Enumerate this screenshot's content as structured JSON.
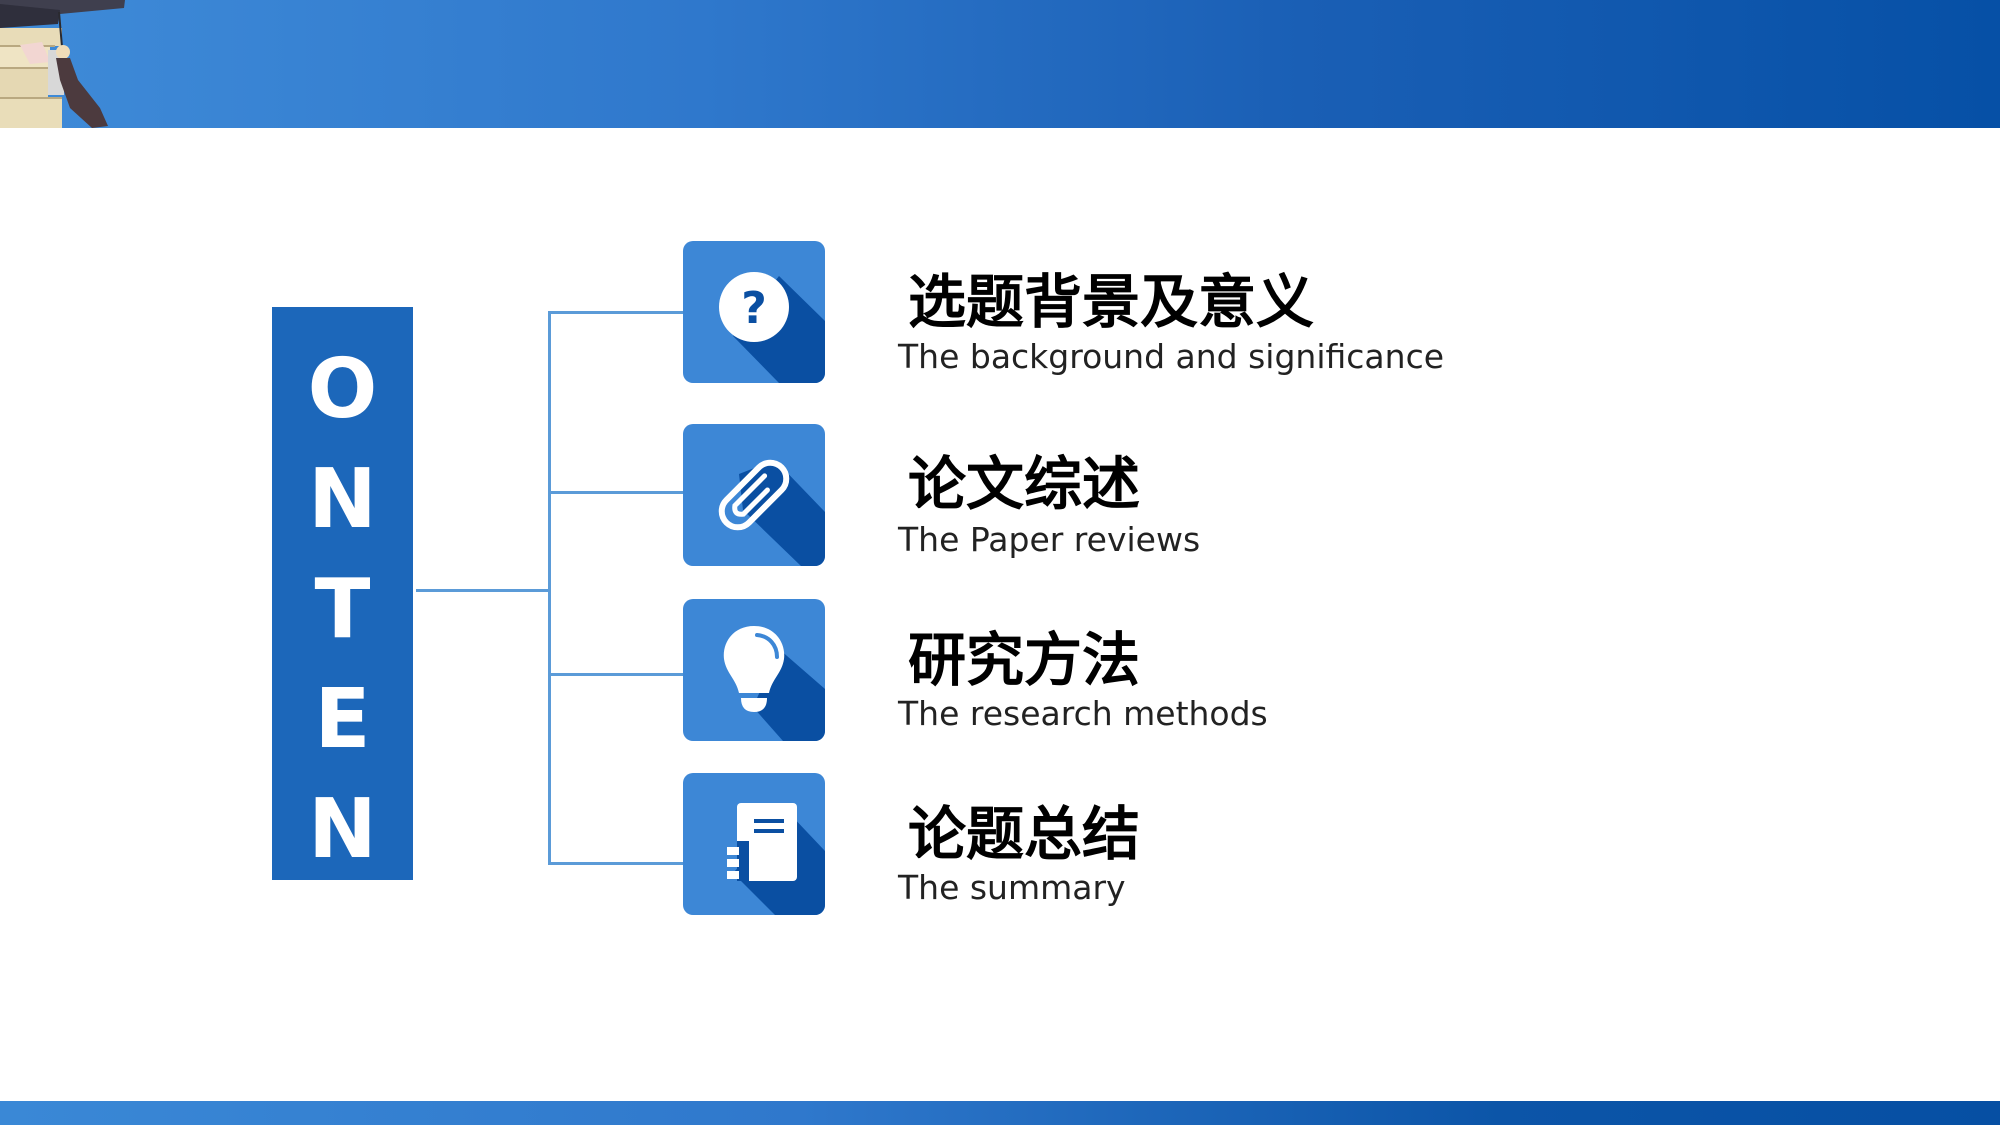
{
  "slide": {
    "vertical_label_letters": [
      "O",
      "N",
      "T",
      "E",
      "N"
    ],
    "colors": {
      "header_band_start": "#3f8bd8",
      "header_band_end": "#0650a6",
      "contents_bar": "#1c67ba",
      "connector_line": "#5b9bd8",
      "icon_tile": "#3d87d6",
      "icon_shadow": "#0a4fa2",
      "title_text": "#000000",
      "subtitle_text": "#222222"
    },
    "header_image": "graduation-cap-and-books-icon",
    "items": [
      {
        "icon": "question-mark-icon",
        "title": "选题背景及意义",
        "subtitle": "The background and significance"
      },
      {
        "icon": "paperclip-icon",
        "title": "论文综述",
        "subtitle": "The Paper reviews"
      },
      {
        "icon": "lightbulb-icon",
        "title": "研究方法",
        "subtitle": "The research methods"
      },
      {
        "icon": "notebook-icon",
        "title": "论题总结",
        "subtitle": "The summary"
      }
    ]
  }
}
